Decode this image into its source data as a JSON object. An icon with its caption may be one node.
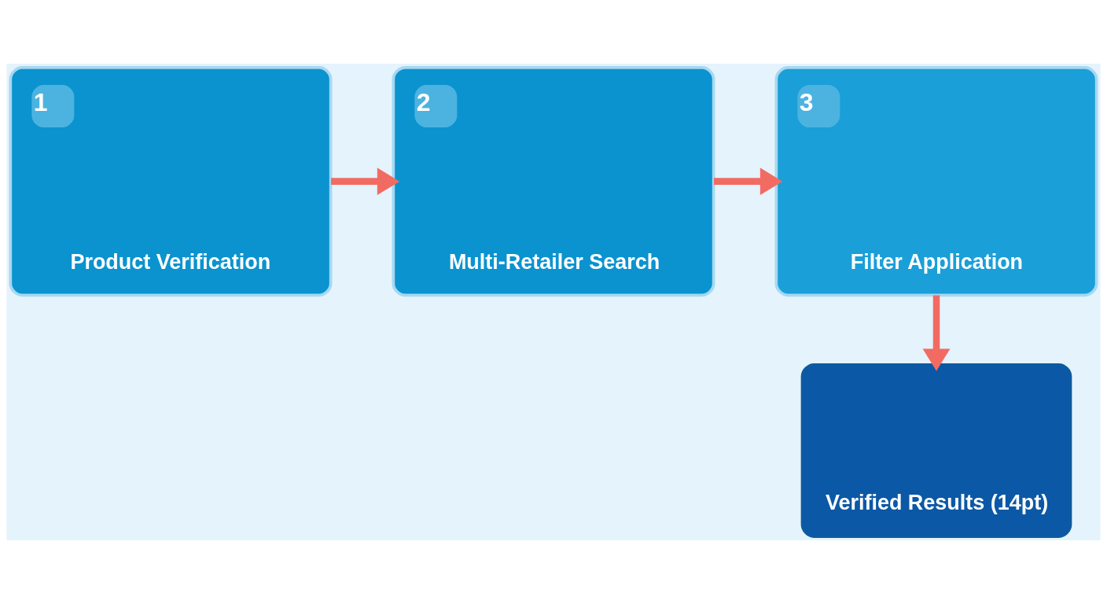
{
  "diagram": {
    "nodes": [
      {
        "text": [
          "1",
          "Product Verification"
        ]
      },
      {
        "text": [
          "2",
          "Multi-Retailer Search"
        ]
      },
      {
        "text": [
          "3",
          "Filter Application"
        ]
      },
      {
        "text": [
          "Verified Results (14pt)"
        ]
      }
    ],
    "edges": [
      {
        "from": 0,
        "to": 1,
        "arrow": "to"
      },
      {
        "from": 1,
        "to": 2,
        "arrow": "to"
      },
      {
        "from": 2,
        "to": 3,
        "arrow": "to"
      }
    ]
  }
}
